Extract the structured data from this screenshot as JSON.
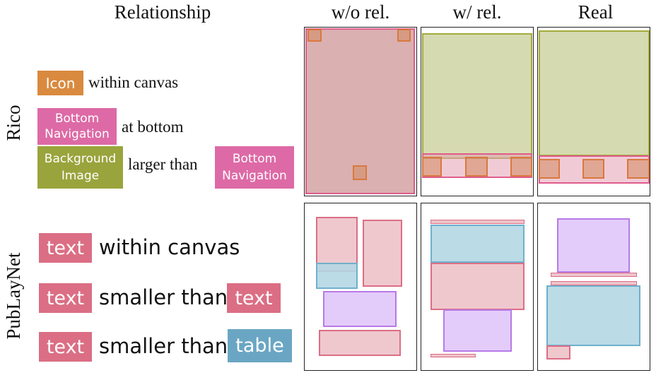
{
  "headers": {
    "relationship": "Relationship",
    "without_rel": "w/o rel.",
    "with_rel": "w/ rel.",
    "real": "Real"
  },
  "rows": {
    "rico": "Rico",
    "publaynet": "PubLayNet"
  },
  "rico_constraints": [
    {
      "tag": "Icon",
      "relation": "within canvas"
    },
    {
      "tag": "Bottom\nNavigation",
      "relation": "at bottom"
    },
    {
      "tag": "Background\nImage",
      "relation": "larger than",
      "target": "Bottom\nNavigation"
    }
  ],
  "publaynet_constraints": [
    {
      "tag": "text",
      "relation": "within canvas"
    },
    {
      "tag": "text",
      "relation": "smaller than",
      "target": "text"
    },
    {
      "tag": "text",
      "relation": "smaller than",
      "target": "table"
    }
  ],
  "colors": {
    "icon": "#d98a3f",
    "bottom_navigation": "#dd6aa6",
    "background_image": "#9aa43c",
    "text": "#db6e84",
    "table": "#6aa6c3",
    "figure": "#c38cf0"
  }
}
